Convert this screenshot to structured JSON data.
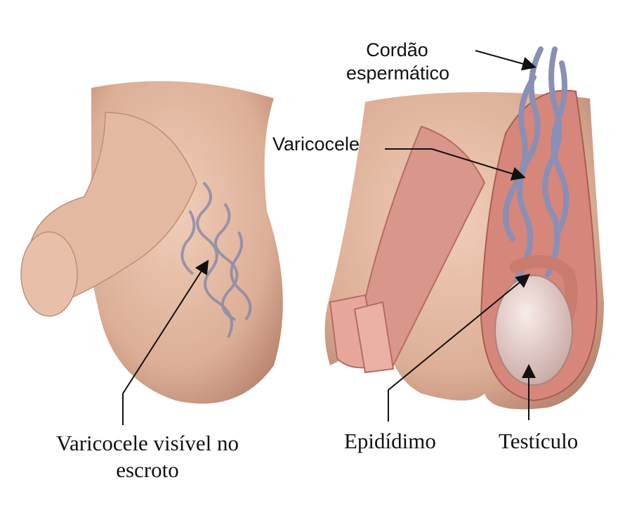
{
  "labels": {
    "spermatic_cord": "Cordão espermático",
    "varicocele": "Varicocele",
    "visible_varicocele": "Varicocele visível no escroto",
    "epididymis": "Epidídimo",
    "testicle": "Testículo"
  },
  "colors": {
    "skin": "#e2b79f",
    "skin_shadow": "#c98f78",
    "veins": "#8a8fb5",
    "tissue": "#d98c80",
    "testis": "#efdcd6"
  }
}
